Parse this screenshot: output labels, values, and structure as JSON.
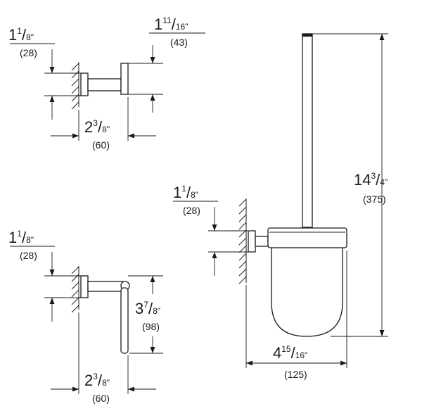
{
  "dimensions": {
    "hook_height": {
      "whole": "1",
      "num": "1",
      "den": "8\"",
      "mm": "(28)"
    },
    "hook_top_width": {
      "whole": "1",
      "num": "11",
      "den": "16\"",
      "mm": "(43)"
    },
    "hook_depth": {
      "whole": "2",
      "num": "3",
      "den": "8\"",
      "mm": "(60)"
    },
    "holder_height": {
      "whole": "1",
      "num": "1",
      "den": "8\"",
      "mm": "(28)"
    },
    "holder_length": {
      "whole": "3",
      "num": "7",
      "den": "8\"",
      "mm": "(98)"
    },
    "holder_depth": {
      "whole": "2",
      "num": "3",
      "den": "8\"",
      "mm": "(60)"
    },
    "brush_mount_height": {
      "whole": "1",
      "num": "1",
      "den": "8\"",
      "mm": "(28)"
    },
    "brush_total_height": {
      "whole": "14",
      "num": "3",
      "den": "4\"",
      "mm": "(375)"
    },
    "brush_depth": {
      "whole": "4",
      "num": "15",
      "den": "16\"",
      "mm": "(125)"
    }
  }
}
